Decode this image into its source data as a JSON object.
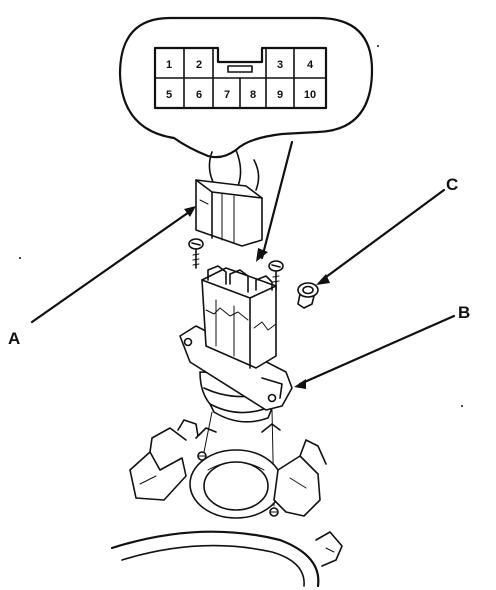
{
  "connector_pins": {
    "top_row": [
      "1",
      "2",
      "3",
      "4"
    ],
    "bottom_row": [
      "5",
      "6",
      "7",
      "8",
      "9",
      "10"
    ]
  },
  "callouts": {
    "a": "A",
    "b": "B",
    "c": "C"
  }
}
